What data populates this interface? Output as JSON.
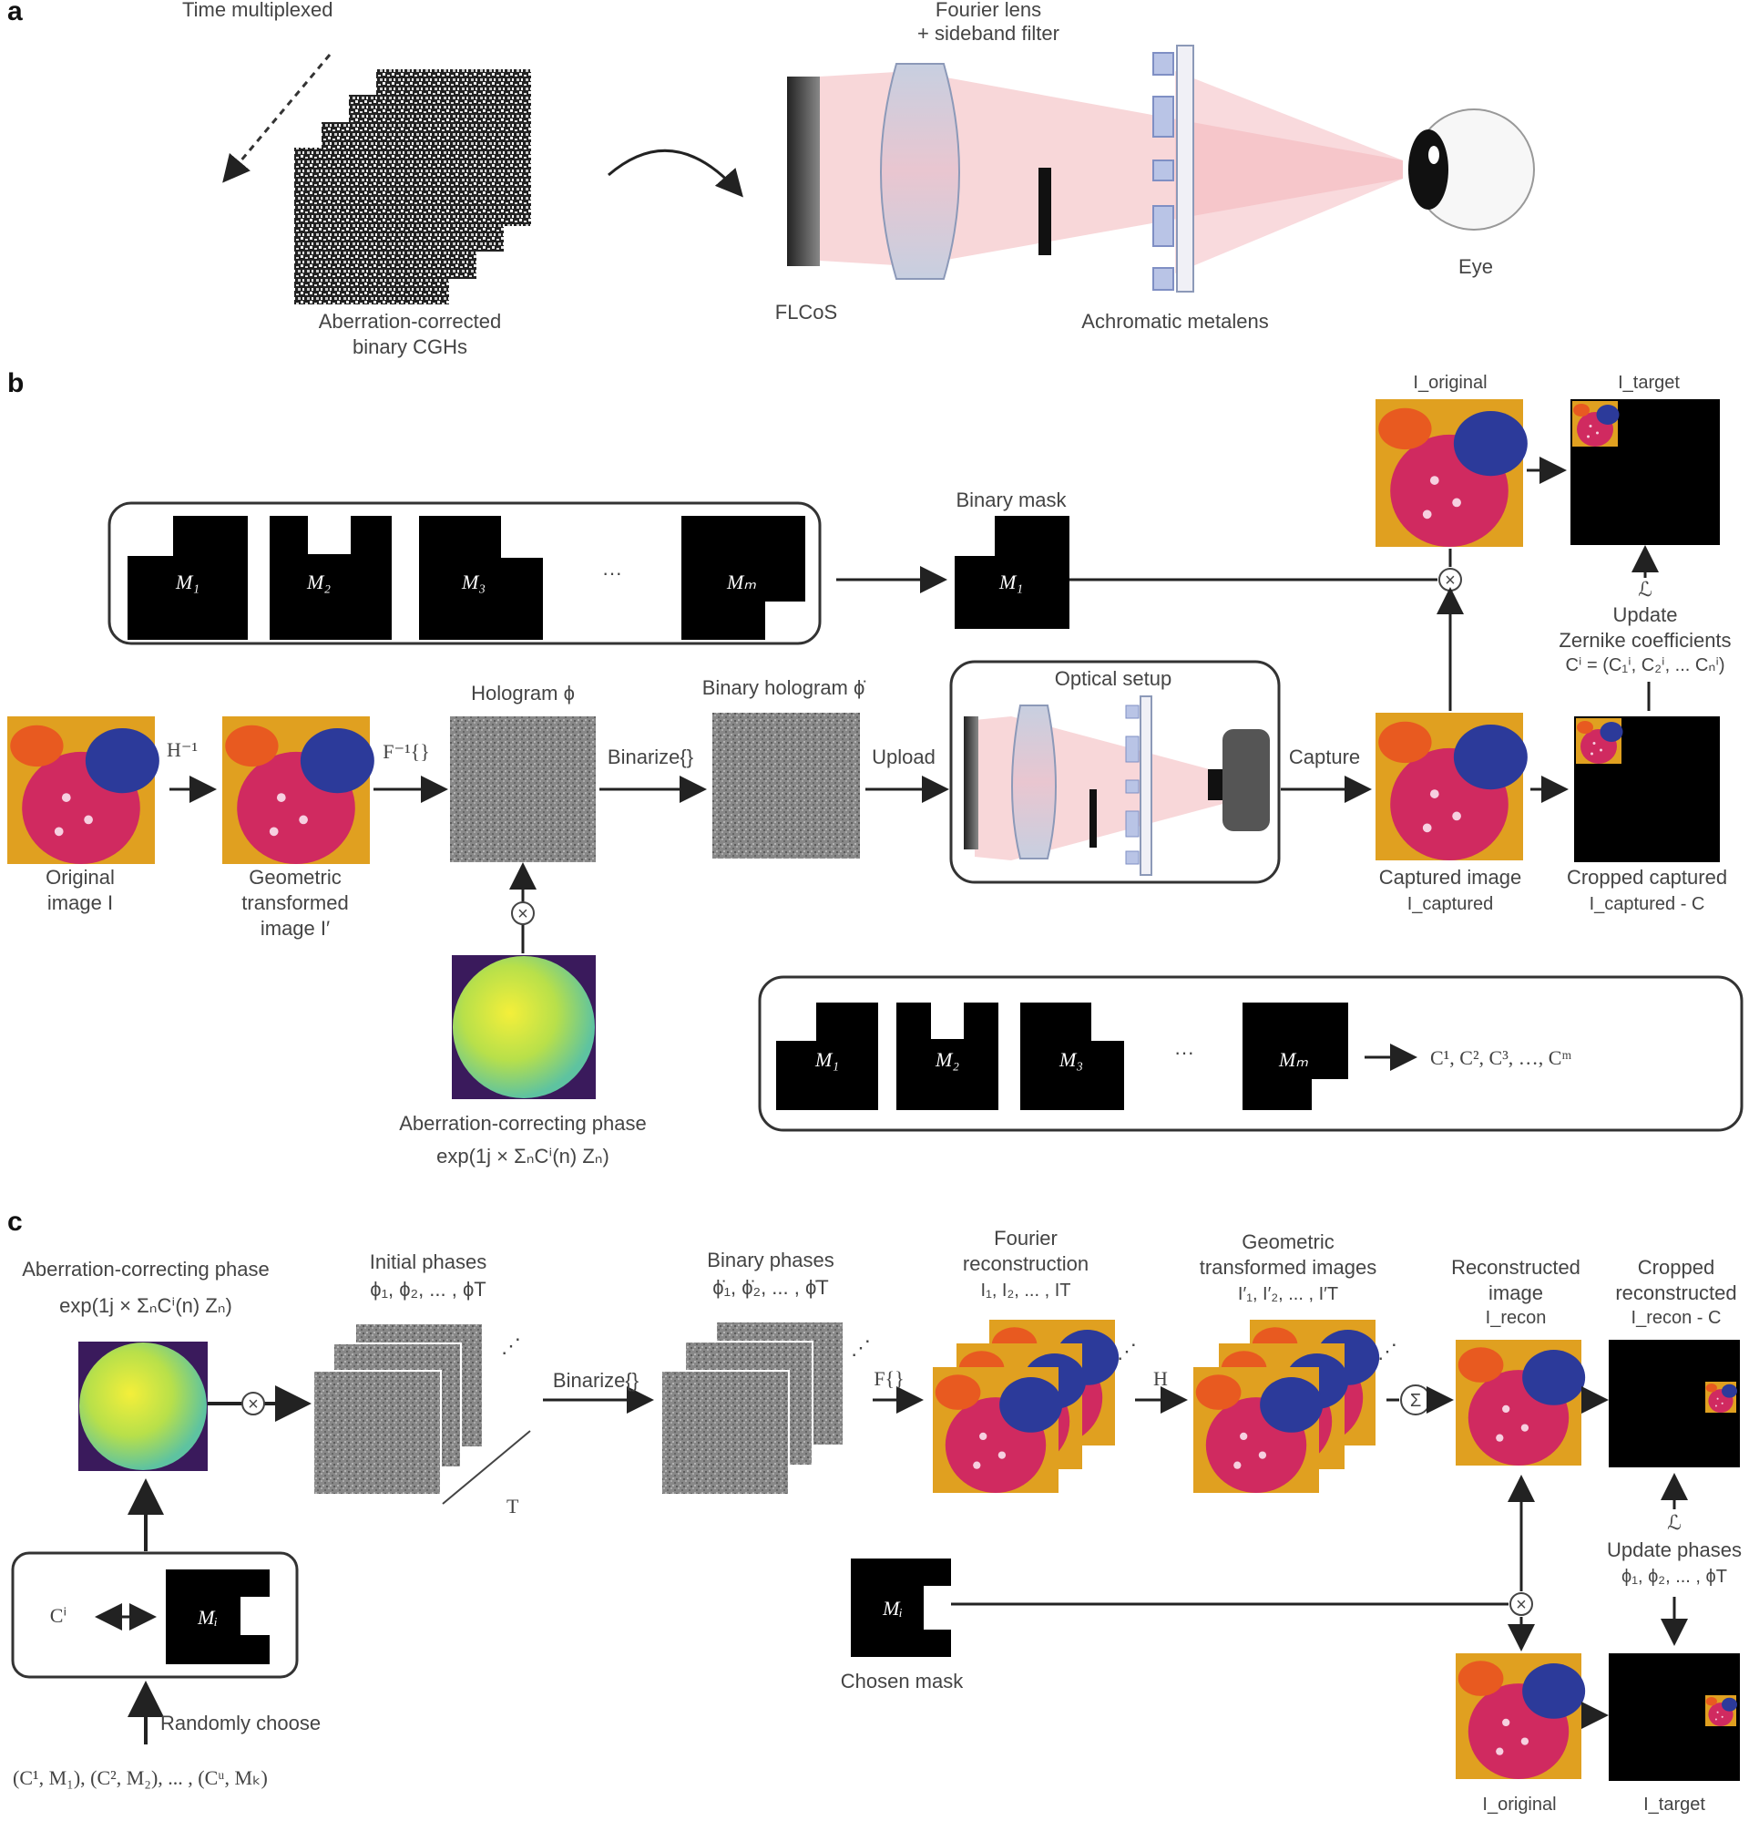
{
  "panels": {
    "a": {
      "letter": "a",
      "time_multiplexed": "Time multiplexed",
      "cgh_label_1": "Aberration-corrected",
      "cgh_label_2": "binary CGHs",
      "flcos": "FLCoS",
      "lens_label_1": "Fourier lens",
      "lens_label_2": "+ sideband filter",
      "metalens": "Achromatic metalens",
      "eye": "Eye"
    },
    "b": {
      "letter": "b",
      "masks": [
        "M₁",
        "M₂",
        "M₃",
        "···",
        "Mₘ"
      ],
      "binary_mask": "Binary mask",
      "chosen_mask_short": "M₁",
      "i_original": "I_original",
      "i_target": "I_target",
      "loss": "ℒ",
      "update": "Update",
      "zernike": "Zernike coefficients",
      "zernike_formula": "Cⁱ = (C₁ⁱ, C₂ⁱ, ... Cₙⁱ)",
      "optical_setup": "Optical setup",
      "hologram": "Hologram ϕ",
      "binary_hologram": "Binary hologram ϕ̇",
      "h_inv": "H⁻¹",
      "f_inv": "F⁻¹{}",
      "binarize": "Binarize{}",
      "upload": "Upload",
      "capture": "Capture",
      "original_1": "Original",
      "original_2": "image I",
      "geo_1": "Geometric",
      "geo_2": "transformed",
      "geo_3": "image I′",
      "captured_1": "Captured image",
      "captured_2": "I_captured",
      "cropped_1": "Cropped captured",
      "cropped_2": "I_captured - C",
      "aberr_1": "Aberration-correcting phase",
      "aberr_2": "exp(1j × ΣₙCⁱ(n) Zₙ)",
      "result": "C¹, C², C³, …, Cᵐ"
    },
    "c": {
      "letter": "c",
      "aberr_1": "Aberration-correcting phase",
      "aberr_2": "exp(1j × ΣₙCⁱ(n) Zₙ)",
      "initial_1": "Initial phases",
      "initial_2": "ϕ₁, ϕ₂, ... , ϕT",
      "binarize": "Binarize{}",
      "binary_1": "Binary phases",
      "binary_2": "ϕ̇₁, ϕ̇₂, ... , ϕ̇T",
      "f_op": "F{}",
      "fourier_1": "Fourier",
      "fourier_2": "reconstruction",
      "fourier_3": "I₁, I₂, ... , IT",
      "h_op": "H",
      "geo_1": "Geometric",
      "geo_2": "transformed images",
      "geo_3": "I′₁, I′₂, ... , I′T",
      "recon_1": "Reconstructed",
      "recon_2": "image",
      "recon_3": "I_recon",
      "cropped_1": "Cropped",
      "cropped_2": "reconstructed",
      "cropped_3": "I_recon - C",
      "t_label": "T",
      "c_i": "Cⁱ",
      "m_i": "Mᵢ",
      "randomly": "Randomly choose",
      "pairs": "(C¹, M₁), (C², M₂), ... , (Cᵘ, Mₖ)",
      "chosen_mask": "Chosen mask",
      "loss": "ℒ",
      "update_1": "Update phases",
      "update_2": "ϕ₁, ϕ₂, ... , ϕT",
      "i_original": "I_original",
      "i_target": "I_target"
    }
  },
  "colors": {
    "beam": "#f6c9cc",
    "lens": "#c7cfe0",
    "metalens_blocks": "#b9c4e6",
    "mask": "#000000",
    "hologram": "#8a8a8a"
  }
}
